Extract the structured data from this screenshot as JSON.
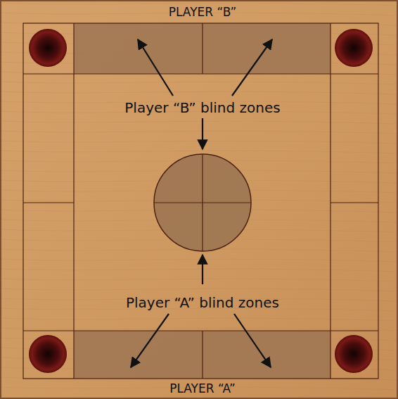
{
  "diagram": {
    "labels": [
      "PLAYER “B”",
      "Player “B” blind zones",
      "Player “A” blind zones",
      "PLAYER “A”"
    ]
  }
}
